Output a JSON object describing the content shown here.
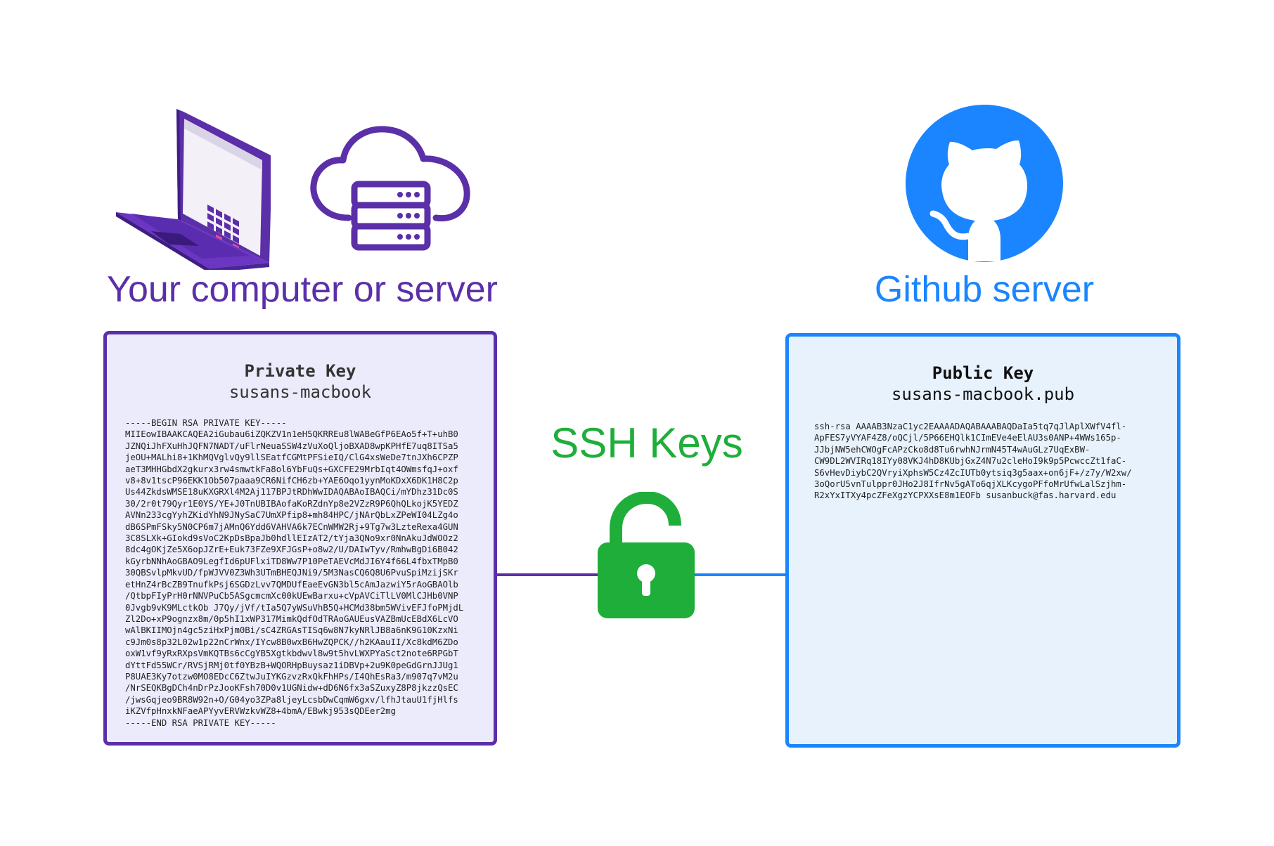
{
  "diagram": {
    "left": {
      "heading": "Your computer or server",
      "icons": [
        "laptop-icon",
        "cloud-server-icon"
      ],
      "color": "#5b2fa8",
      "box": {
        "title": "Private Key",
        "subtitle": "susans-macbook",
        "key_text": "-----BEGIN RSA PRIVATE KEY-----\nMIIEowIBAAKCAQEA2iGubau6iZQKZV1n1eH5QKRREu8lWABeGfP6EAo5f+T+uhB0\nJZNQiJhFXuHhJQFN7NADT/uFlrNeuaSSW4zVuXoQljoBXAD8wpKPHfE7uq8ITSa5\njeOU+MALhi8+1KhMQVglvQy9llSEatfCGMtPFSieIQ/ClG4xsWeDe7tnJXh6CPZP\naeT3MHHGbdX2gkurx3rw4smwtkFa8ol6YbFuQs+GXCFE29MrbIqt4OWmsfqJ+oxf\nv8+8v1tscP96EKK1Ob507paaa9CR6NifCH6zb+YAE6Oqo1yynMoKDxX6DK1H8C2p\nUs44ZkdsWMSE18uKXGRXl4M2Aj117BPJtRDhWwIDAQABAoIBAQCi/mYDhz31Dc0S\n30/2r0t79Qyr1E0YS/YE+J0TnUBIBAofaKoRZdnYp8e2VZzR9P6QhQLkojK5YEDZ\nAVNn233cgYyhZKidYhN9JNySaC7UmXPfip8+mh84HPC/jNArQbLxZPeWI04LZg4o\ndB6SPmFSky5N0CP6m7jAMnQ6Ydd6VAHVA6k7ECnWMW2Rj+9Tg7w3LzteRexa4GUN\n3C8SLXk+GIokd9sVoC2KpDsBpaJb0hdllEIzAT2/tYja3QNo9xr0NnAkuJdWOOz2\n8dc4gOKjZe5X6opJZrE+Euk73FZe9XFJGsP+o8w2/U/DAIwTyv/RmhwBgDi6B042\nkGyrbNNhAoGBAO9LegfId6pUFlxiTD8Ww7P10PeTAEVcMdJI6Y4f66L4fbxTMpB0\n30QBSvlpMkvUD/fpWJVV0Z3Wh3UTmBHEQJNi9/5M3NasCQ6Q8U6PvuSpiMzijSKr\netHnZ4rBcZB9TnufkPsj6SGDzLvv7QMDUfEaeEvGN3bl5cAmJazwiY5rAoGBAOlb\n/QtbpFIyPrH0rNNVPuCb5ASgcmcmXc00kUEwBarxu+cVpAVCiTlLV0MlCJHb0VNP\n0Jvgb9vK9MLctkOb J7Qy/jVf/tIa5Q7yWSuVhB5Q+HCMd38bm5WVivEFJfoPMjdL\nZl2Do+xP9ognzx8m/0p5hI1xWP317MimkQdfOdTRAoGAUEusVAZBmUcEBdX6LcVO\nwAlBKIIMOjn4gc5ziHxPjm0Bi/sC4ZRGAsTISq6w8N7kyNRlJB8a6nK9G10KzxNi\nc9Jm0s8p32L02w1p22nCrWnx/IYcw8B0wxB6HwZQPCK//h2KAauII/Xc8kdM6ZDo\noxW1vf9yRxRXpsVmKQTBs6cCgYB5Xgtkbdwvl8w9t5hvLWXPYaSct2note6RPGbT\ndYttFd55WCr/RVSjRMj0tf0YBzB+WQORHpBuysaz1iDBVp+2u9K0peGdGrnJJUg1\nP8UAE3Ky7otzw0MO8EDcC6ZtwJuIYKGzvzRxQkFhHPs/I4QhEsRa3/m907q7vM2u\n/NrSEQKBgDCh4nDrPzJooKFsh70D0v1UGNidw+dD6N6fx3aSZuxyZ8P8jkzzQsEC\n/jwsGqjeo9BR8W92n+O/G04yo3ZPa8ljeyLcsbDwCqmW6gxv/lfhJtauU1fjHlfs\niKZVfpHnxkNFaeAPYyvERVWzkvWZ8+4bmA/EBwkj953sQDEer2mg\n-----END RSA PRIVATE KEY-----"
      }
    },
    "right": {
      "heading": "Github server",
      "icons": [
        "github-octocat-icon"
      ],
      "color": "#1a85ff",
      "box": {
        "title": "Public Key",
        "subtitle": "susans-macbook.pub",
        "key_text": "ssh-rsa AAAAB3NzaC1yc2EAAAADAQABAAABAQDaIa5tq7qJlAplXWfV4fl-\nApFES7yVYAF4Z8/oQCjl/5P66EHQlk1CImEVe4eElAU3s0ANP+4WWs165p-\nJJbjNW5ehCWOgFcAPzCko8d8Tu6rwhNJrmN45T4wAuGLz7UqExBW-\nCW9DL2WVIRq18IYy08VKJ4hD8KUbjGxZ4N7u2cleHoI9k9p5PcwccZt1faC-\nS6vHevDiybC2QVryiXphsW5Cz4ZcIUTb0ytsiq3g5aax+on6jF+/z7y/W2xw/\n3oQorU5vnTulppr0JHo2J8IfrNv5gATo6qjXLKcygoPFfoMrUfwLalSzjhm-\nR2xYxITXy4pcZFeXgzYCPXXsE8m1EOFb susanbuck@fas.harvard.edu"
      }
    },
    "center": {
      "title": "SSH Keys",
      "icon": "open-padlock-icon",
      "color": "#1fae3a"
    }
  }
}
